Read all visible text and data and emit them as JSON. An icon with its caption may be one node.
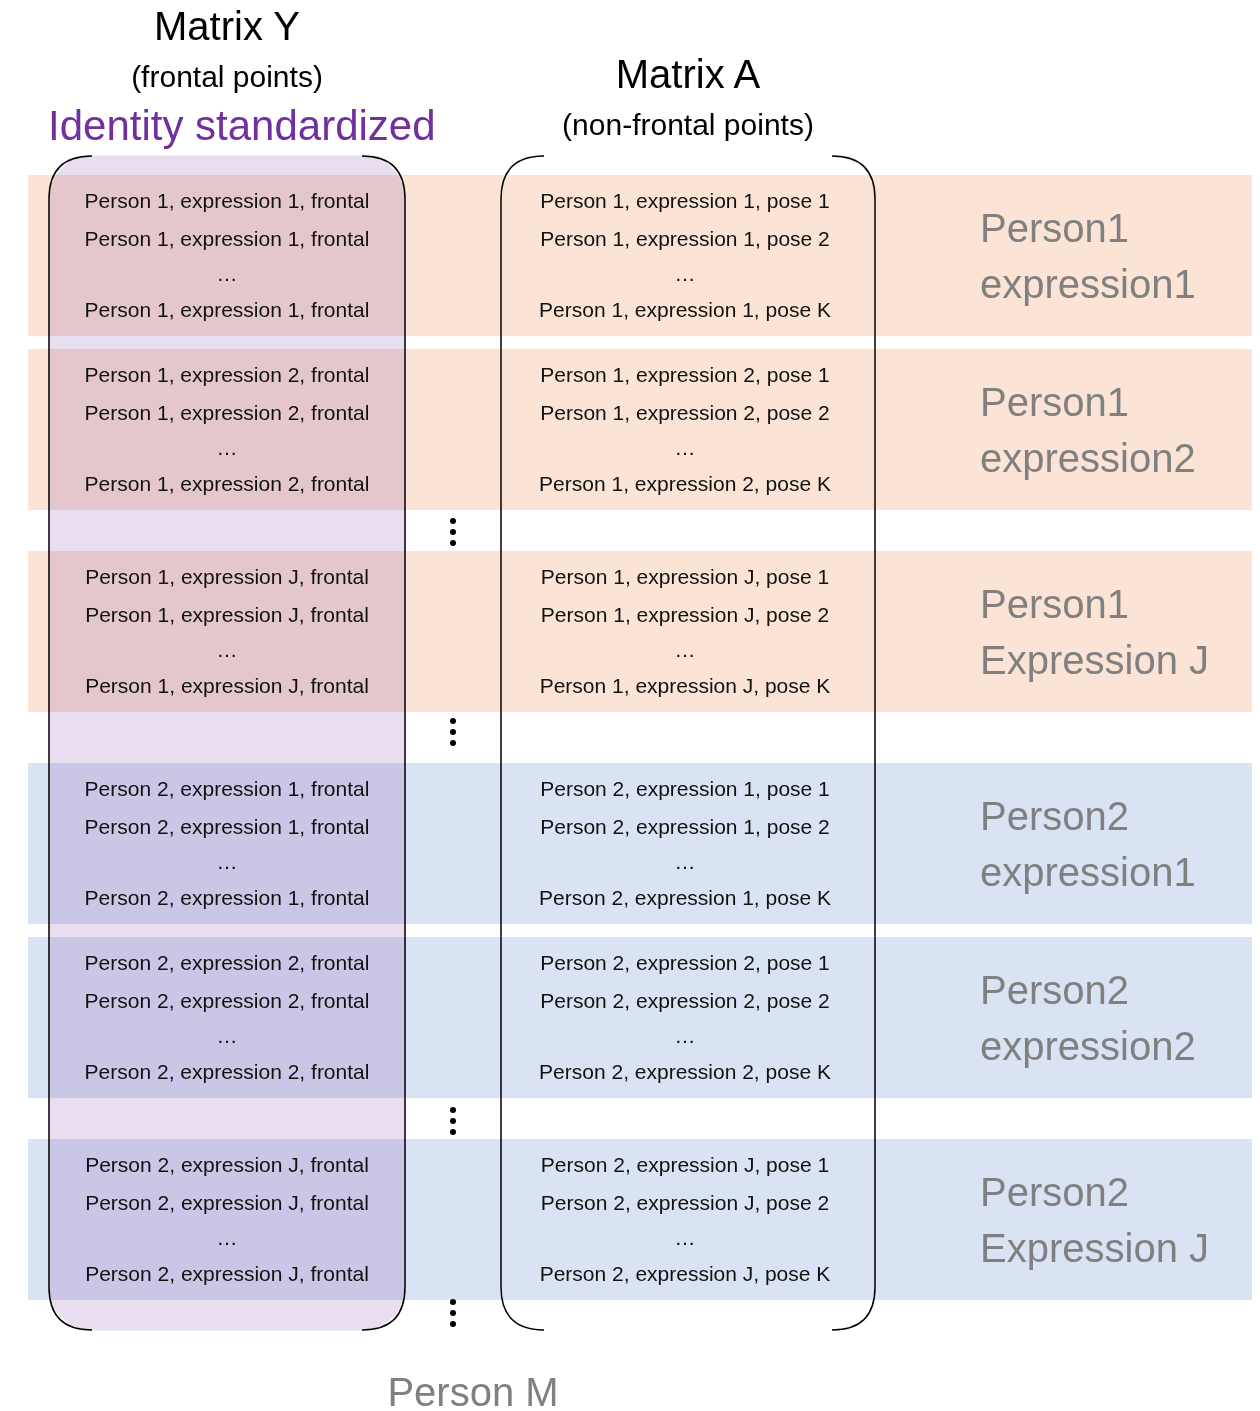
{
  "diagram": {
    "nodes": [
      {
        "text": [
          "Matrix Y",
          "(frontal points)",
          "Identity standardized"
        ]
      },
      {
        "text": [
          "Matrix A",
          "(non-frontal points)"
        ]
      },
      {
        "text": [
          "Person1 expression1"
        ]
      },
      {
        "text": [
          "Person1 expression2"
        ]
      },
      {
        "text": [
          "Person1 Expression J"
        ]
      },
      {
        "text": [
          "Person2 expression1"
        ]
      },
      {
        "text": [
          "Person2 expression2"
        ]
      },
      {
        "text": [
          "Person2 Expression J"
        ]
      }
    ],
    "labels": [
      "Person 1, expression 1, frontal",
      "Person 1, expression 1, pose 1",
      "Person 1, expression 1, frontal",
      "Person 1, expression 1, pose 2",
      "…",
      "…",
      "Person 1, expression 1, frontal",
      "Person 1, expression 1, pose K",
      "Person 1, expression 2, frontal",
      "Person 1, expression 2, pose 1",
      "Person 1, expression 2, frontal",
      "Person 1, expression 2, pose 2",
      "…",
      "…",
      "Person 1, expression 2, frontal",
      "Person 1, expression 2, pose K",
      "Person 1, expression J, frontal",
      "Person 1, expression J, pose 1",
      "Person 1, expression J, frontal",
      "Person 1, expression J, pose 2",
      "…",
      "…",
      "Person 1, expression J, frontal",
      "Person 1, expression J, pose K",
      "Person 2, expression 1, frontal",
      "Person 2, expression 1, pose 1",
      "Person 2, expression 1, frontal",
      "Person 2, expression 1, pose 2",
      "…",
      "…",
      "Person 2, expression 1, frontal",
      "Person 2, expression 1, pose K",
      "Person 2, expression 2, frontal",
      "Person 2, expression 2, pose 1",
      "Person 2, expression 2, frontal",
      "Person 2, expression 2, pose 2",
      "…",
      "…",
      "Person 2, expression 2, frontal",
      "Person 2, expression 2, pose K",
      "Person 2, expression J, frontal",
      "Person 2, expression J, pose 1",
      "Person 2, expression J, frontal",
      "Person 2, expression J, pose 2",
      "…",
      "…",
      "Person 2, expression J, frontal",
      "Person 2, expression J, pose K",
      "Person M"
    ]
  }
}
